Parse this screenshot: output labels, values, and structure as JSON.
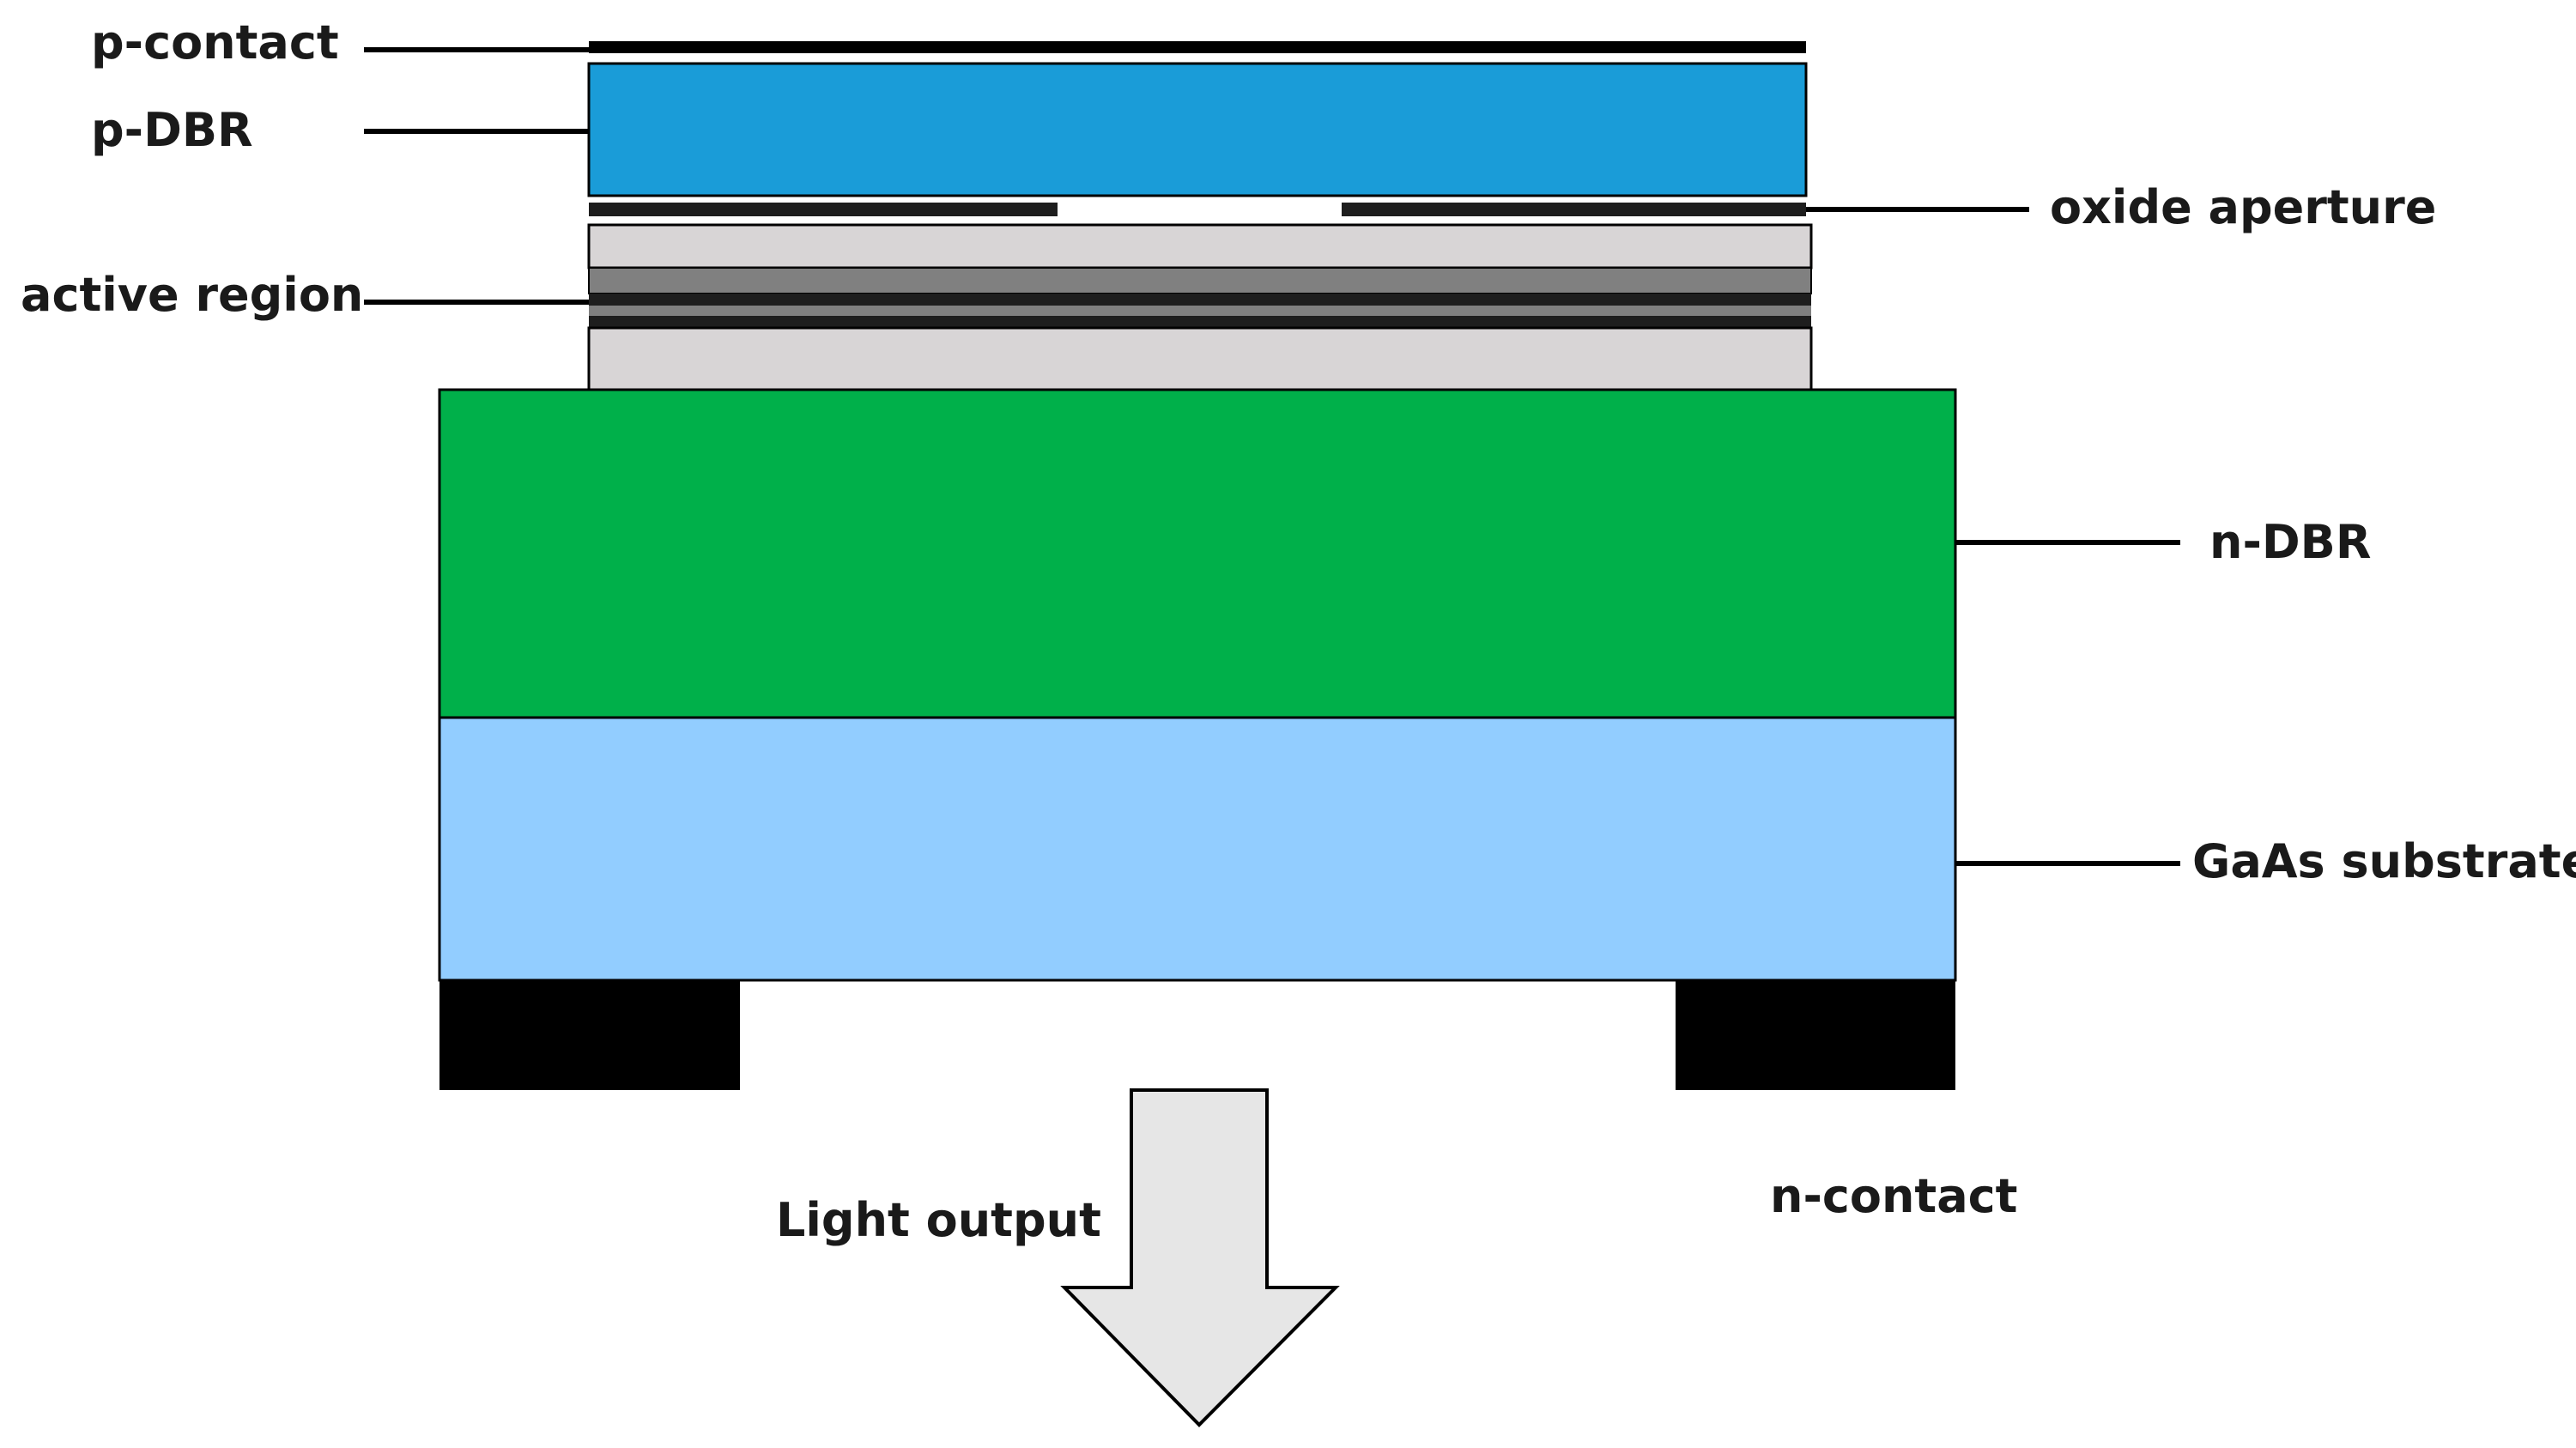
{
  "labels": {
    "p_contact": "p-contact",
    "p_dbr": "p-DBR",
    "oxide_aperture": "oxide aperture",
    "active_region": "active region",
    "n_dbr": "n-DBR",
    "gaas_substrate": "GaAs substrate",
    "n_contact": "n-contact",
    "light_output": "Light output"
  },
  "colors": {
    "p_dbr": "#1A9CD8",
    "n_dbr": "#00B04A",
    "substrate": "#92CDFF",
    "spacer": "#D8D5D6",
    "quantum_well_barrier": "#808080",
    "quantum_well": "#1E1E1E",
    "contact": "#000000",
    "arrow_fill": "#E6E6E6"
  }
}
